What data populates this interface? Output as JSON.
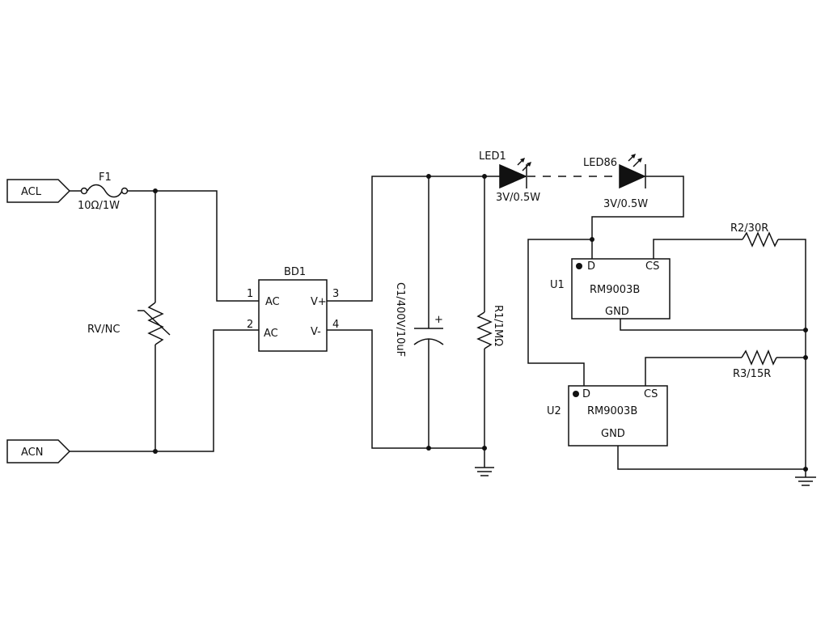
{
  "ports": {
    "acl": "ACL",
    "acn": "ACN"
  },
  "fuse": {
    "ref": "F1",
    "value": "10Ω/1W"
  },
  "varistor": {
    "label": "RV/NC"
  },
  "bridge": {
    "ref": "BD1",
    "pin1": "1",
    "pin2": "2",
    "pin3": "3",
    "pin4": "4",
    "ac1": "AC",
    "ac2": "AC",
    "vplus": "V+",
    "vminus": "V-"
  },
  "capacitor": {
    "label": "C1/400V/10uF",
    "polarity": "+"
  },
  "resistor_r1": {
    "label": "R1/1MΩ"
  },
  "led1": {
    "ref": "LED1",
    "value": "3V/0.5W"
  },
  "led86": {
    "ref": "LED86",
    "value": "3V/0.5W"
  },
  "u1": {
    "ref": "U1",
    "part": "RM9003B",
    "pin_d": "D",
    "pin_cs": "CS",
    "pin_gnd": "GND"
  },
  "u2": {
    "ref": "U2",
    "part": "RM9003B",
    "pin_d": "D",
    "pin_cs": "CS",
    "pin_gnd": "GND"
  },
  "r2": {
    "label": "R2/30R"
  },
  "r3": {
    "label": "R3/15R"
  }
}
